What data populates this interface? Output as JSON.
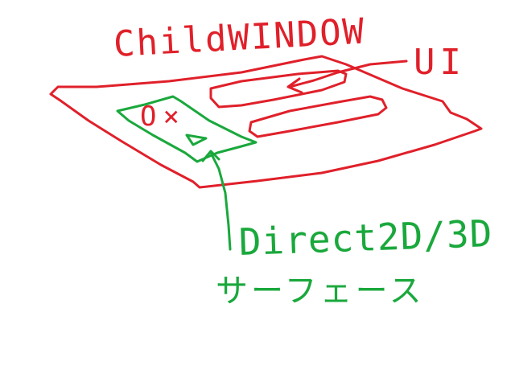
{
  "labels": {
    "child_window": "ChildWINDOW",
    "ui": "UI",
    "direct": "Direct2D/3D",
    "surface": "サーフェース",
    "ox": "O×"
  },
  "colors": {
    "red": "#e0202a",
    "green": "#1aa83c",
    "background": "#ffffff"
  },
  "icons": {
    "triangle": "triangle-icon"
  }
}
